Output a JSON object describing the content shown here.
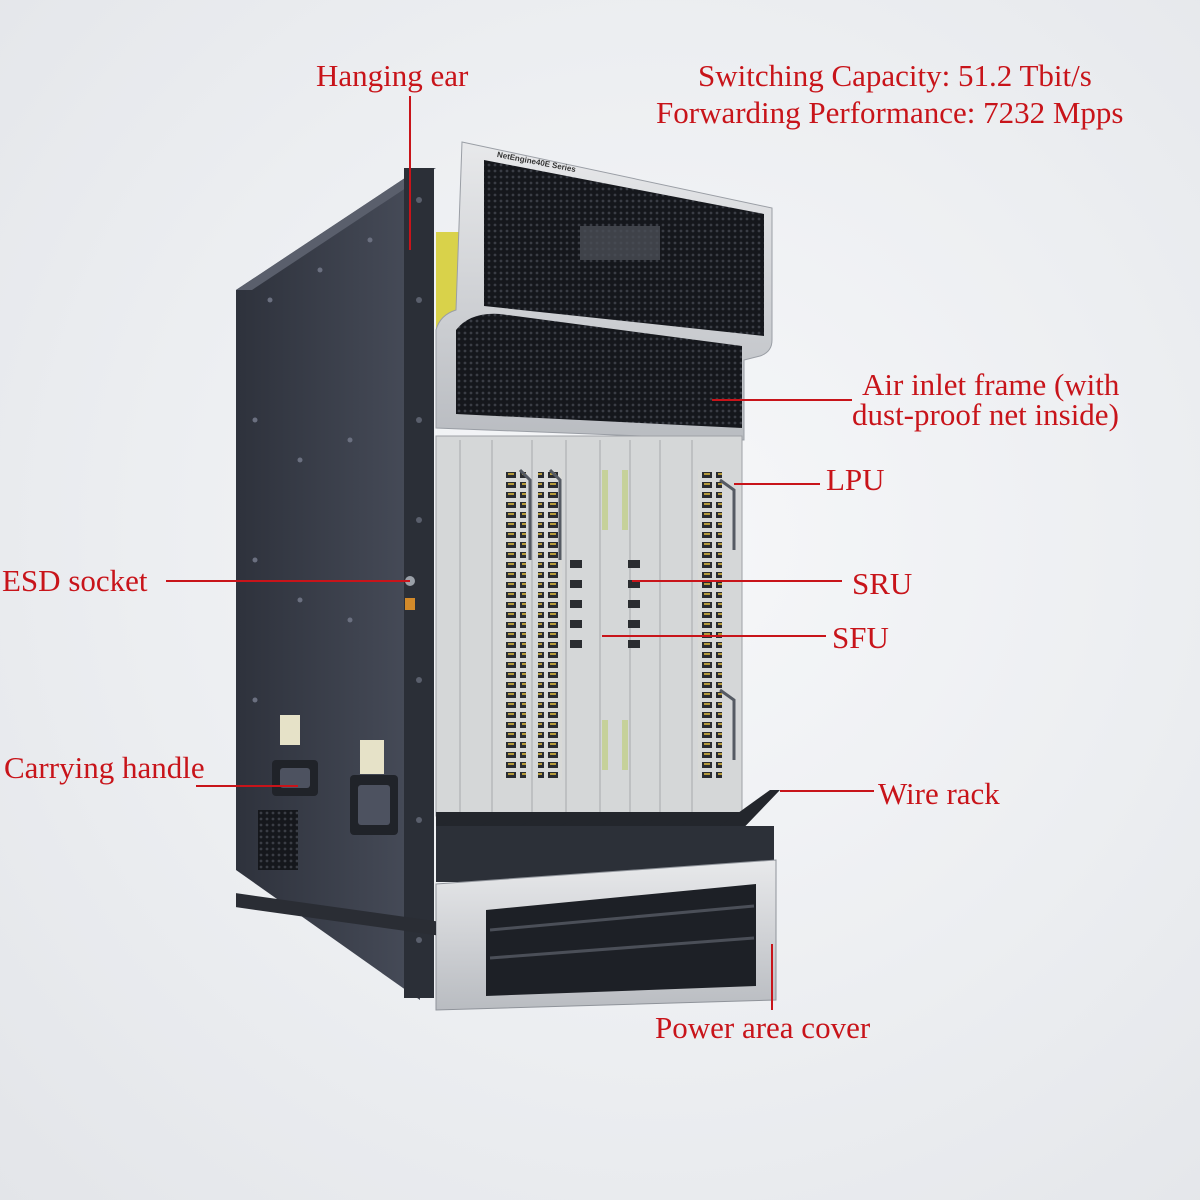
{
  "specs": {
    "line1": "Switching Capacity: 51.2 Tbit/s",
    "line2": "Forwarding Performance: 7232 Mpps"
  },
  "device": {
    "model_text": "NetEngine40E Series"
  },
  "callouts": {
    "hanging_ear": "Hanging ear",
    "air_inlet_line1": "Air inlet frame (with",
    "air_inlet_line2": "dust-proof net inside)",
    "lpu": "LPU",
    "sru": "SRU",
    "sfu": "SFU",
    "esd_socket": "ESD socket",
    "carrying_handle": "Carrying handle",
    "wire_rack": "Wire rack",
    "power_area_cover": "Power area cover"
  },
  "colors": {
    "callout": "#c8141a",
    "chassis_side": "#3d4250",
    "frame_silver": "#cfd2d6",
    "vent_dark": "#1c1e24",
    "accent_yellow": "#d9d24a"
  }
}
